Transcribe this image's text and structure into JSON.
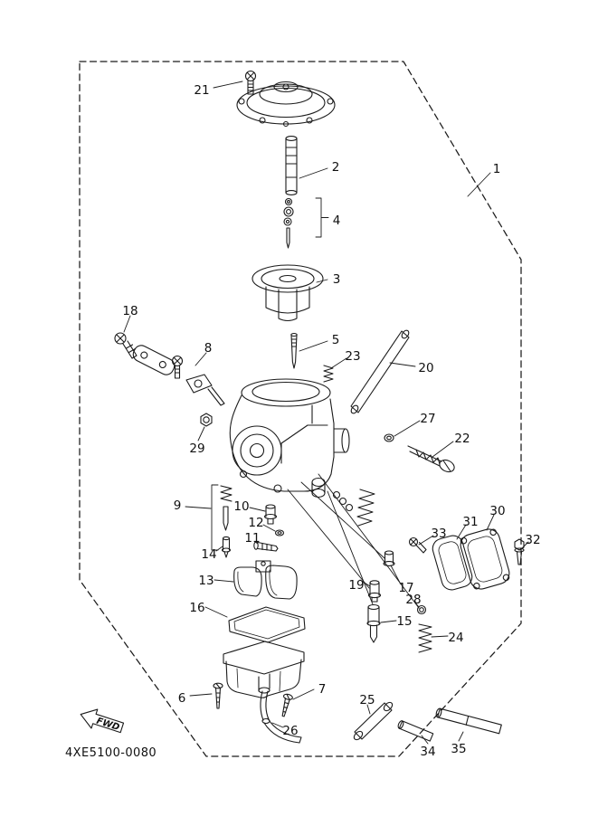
{
  "diagram": {
    "code": "4XE5100-0080",
    "fwd_label": "FWD"
  },
  "colors": {
    "line": "#1b1b1b",
    "background": "#ffffff"
  },
  "callouts": {
    "c1": "1",
    "c2": "2",
    "c3": "3",
    "c4": "4",
    "c5": "5",
    "c6": "6",
    "c7": "7",
    "c8": "8",
    "c9": "9",
    "c10": "10",
    "c11": "11",
    "c12": "12",
    "c13": "13",
    "c14": "14",
    "c15": "15",
    "c16": "16",
    "c17": "17",
    "c18": "18",
    "c19": "19",
    "c20": "20",
    "c21": "21",
    "c22": "22",
    "c23": "23",
    "c24": "24",
    "c25": "25",
    "c26": "26",
    "c27": "27",
    "c28": "28",
    "c29": "29",
    "c30": "30",
    "c31": "31",
    "c32": "32",
    "c33": "33",
    "c34": "34",
    "c35": "35"
  }
}
